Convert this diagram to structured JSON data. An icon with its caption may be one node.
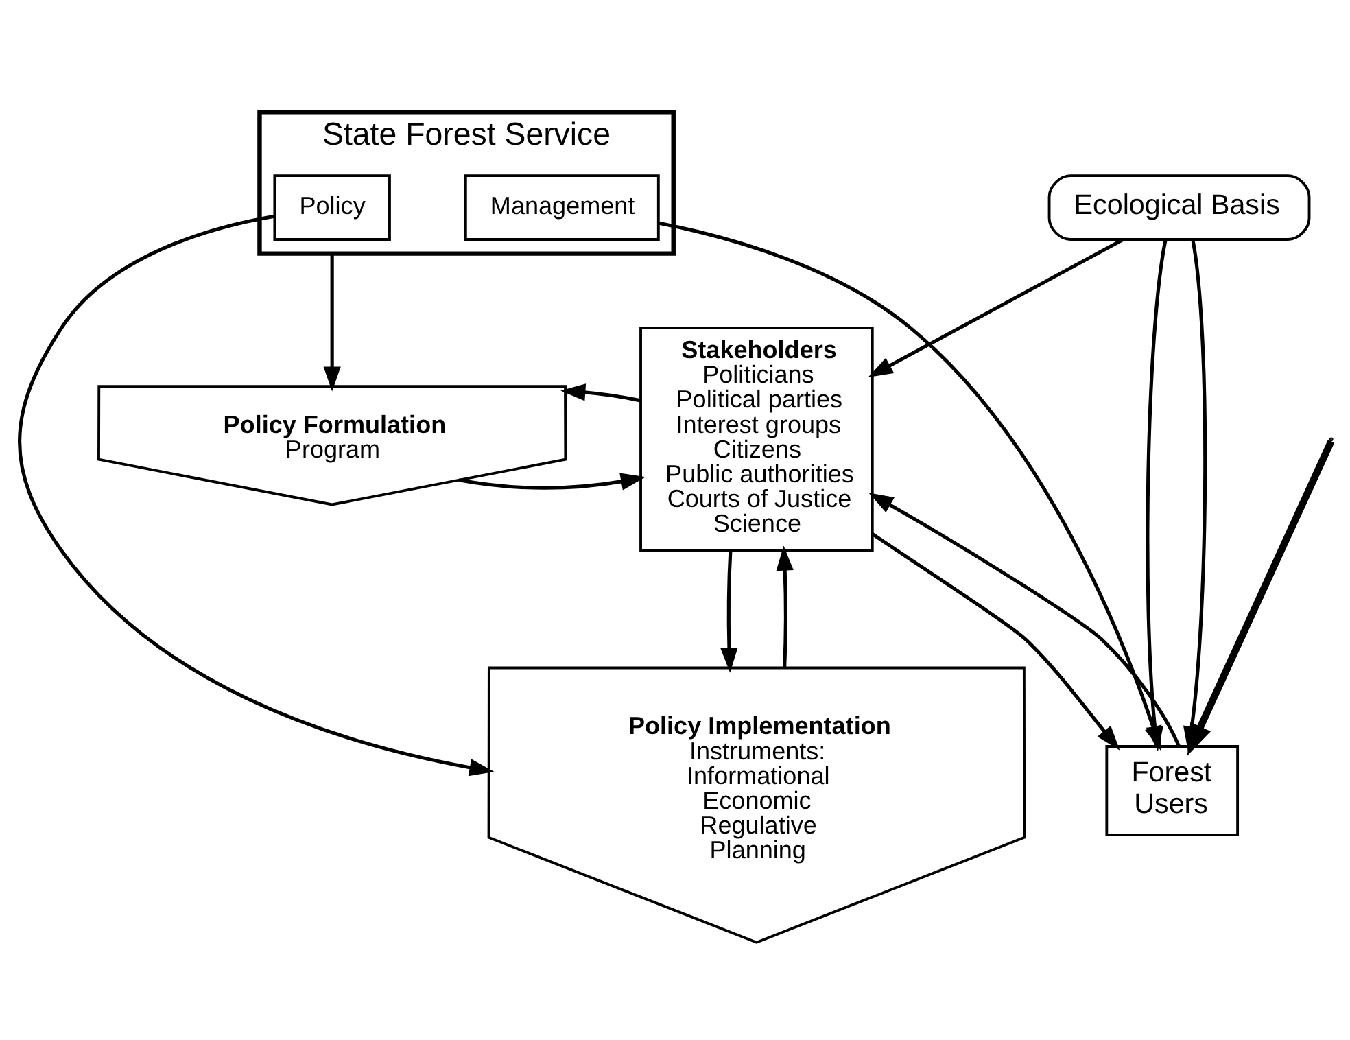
{
  "diagram": {
    "nodes": [
      {
        "text": [
          "State Forest Service"
        ]
      },
      {
        "text": [
          "Policy"
        ],
        "in": 0
      },
      {
        "text": [
          "Management"
        ],
        "in": 0
      },
      {
        "text": [
          "Policy Formulation",
          "Program"
        ]
      },
      {
        "text": [
          "Policy Implementation",
          "Instruments:",
          "Informational",
          "Economic",
          "Regulative",
          "Planning"
        ]
      },
      {
        "text": [
          "Stakeholders",
          "Politicians",
          "Political parties",
          "Interest groups",
          "Citizens",
          "Public authorities",
          "Courts of Justice",
          "Science"
        ]
      },
      {
        "text": [
          "Forest",
          "Users"
        ]
      },
      {
        "text": [
          "Ecological Basis"
        ]
      }
    ],
    "edges": [
      {
        "from": 0,
        "to": 3,
        "arrow": "to"
      },
      {
        "from": 1,
        "to": 4,
        "arrow": "to"
      },
      {
        "from": 3,
        "to": 5,
        "arrow": "to"
      },
      {
        "from": 5,
        "to": 3,
        "arrow": "to"
      },
      {
        "from": 4,
        "to": 5,
        "arrow": "to"
      },
      {
        "from": 5,
        "to": 4,
        "arrow": "to"
      },
      {
        "from": 2,
        "to": 6,
        "arrow": "to"
      },
      {
        "from": null,
        "to": 6,
        "arrow": "to",
        "style": "thick"
      },
      {
        "from": 6,
        "to": 5,
        "arrow": "to"
      },
      {
        "from": 5,
        "to": 6,
        "arrow": "to"
      },
      {
        "from": 7,
        "to": 6,
        "arrow": "to"
      },
      {
        "from": 7,
        "to": 6,
        "arrow": "to"
      },
      {
        "from": 7,
        "to": 5,
        "arrow": "to"
      }
    ]
  }
}
